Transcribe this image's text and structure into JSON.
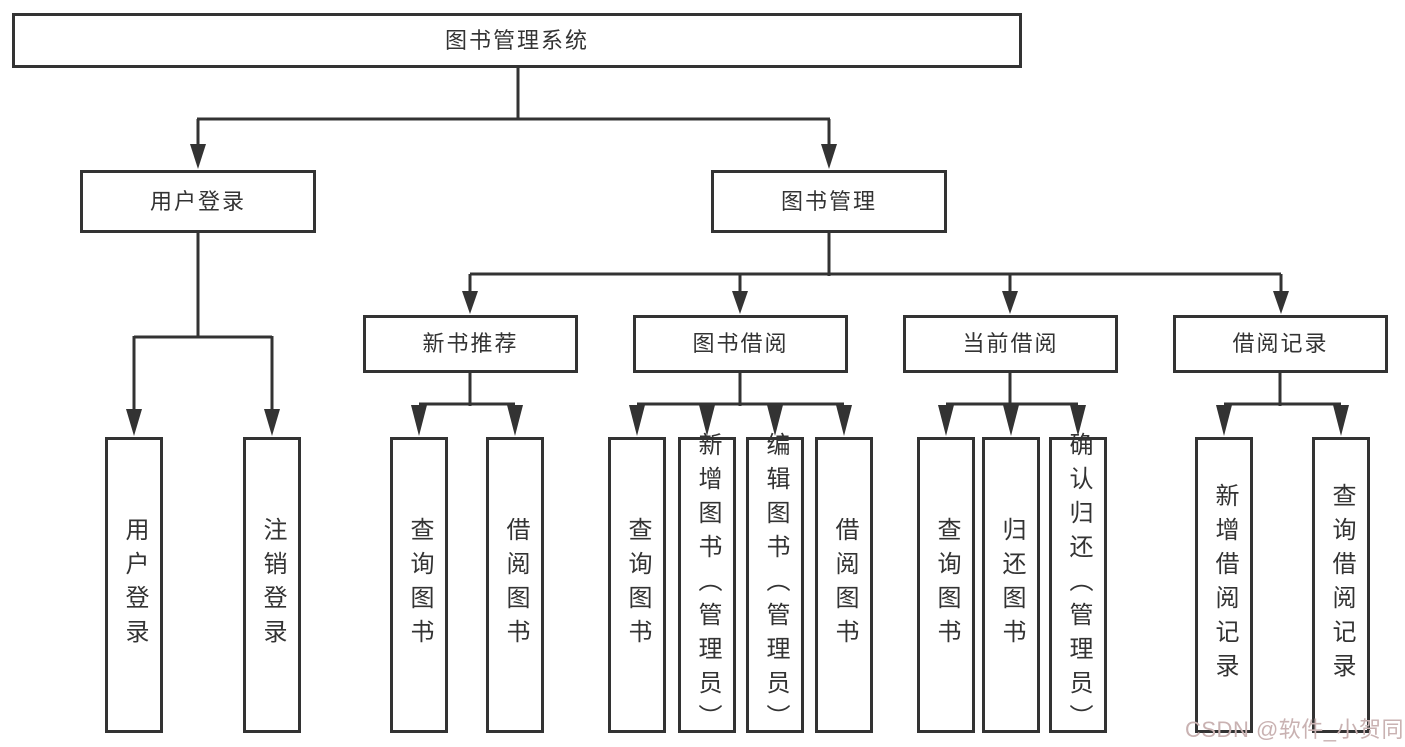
{
  "tree": {
    "root": {
      "label": "图书管理系统"
    },
    "branches": [
      {
        "label": "用户登录",
        "children": [
          {
            "label": "用户登录"
          },
          {
            "label": "注销登录"
          }
        ]
      },
      {
        "label": "图书管理",
        "groups": [
          {
            "label": "新书推荐",
            "children": [
              {
                "label": "查询图书"
              },
              {
                "label": "借阅图书"
              }
            ]
          },
          {
            "label": "图书借阅",
            "children": [
              {
                "label": "查询图书"
              },
              {
                "label": "新增图书（管理员）"
              },
              {
                "label": "编辑图书（管理员）"
              },
              {
                "label": "借阅图书"
              }
            ]
          },
          {
            "label": "当前借阅",
            "children": [
              {
                "label": "查询图书"
              },
              {
                "label": "归还图书"
              },
              {
                "label": "确认归还（管理员）"
              }
            ]
          },
          {
            "label": "借阅记录",
            "children": [
              {
                "label": "新增借阅记录"
              },
              {
                "label": "查询借阅记录"
              }
            ]
          }
        ]
      }
    ]
  },
  "watermark": "CSDN @软件_小贺同学",
  "colors": {
    "line": "#333333",
    "border": "#333333",
    "text": "#333333",
    "background": "#ffffff",
    "watermark": "#c9b2b2"
  }
}
